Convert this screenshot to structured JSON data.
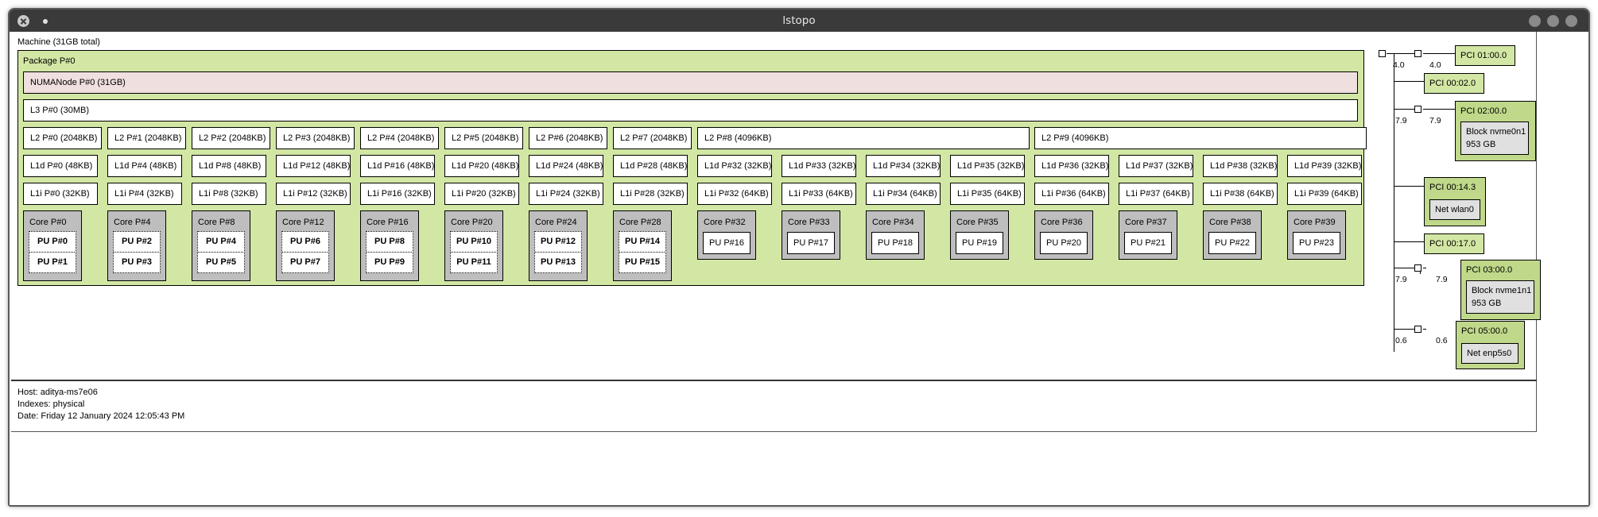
{
  "window": {
    "title": "lstopo"
  },
  "machine": {
    "label": "Machine (31GB total)"
  },
  "package": {
    "label": "Package P#0"
  },
  "numa": {
    "label": "NUMANode P#0 (31GB)"
  },
  "l3": {
    "label": "L3 P#0 (30MB)"
  },
  "l2": [
    "L2 P#0 (2048KB)",
    "L2 P#1 (2048KB)",
    "L2 P#2 (2048KB)",
    "L2 P#3 (2048KB)",
    "L2 P#4 (2048KB)",
    "L2 P#5 (2048KB)",
    "L2 P#6 (2048KB)",
    "L2 P#7 (2048KB)",
    "L2 P#8 (4096KB)",
    "L2 P#9 (4096KB)"
  ],
  "l1d": [
    "L1d P#0 (48KB)",
    "L1d P#4 (48KB)",
    "L1d P#8 (48KB)",
    "L1d P#12 (48KB)",
    "L1d P#16 (48KB)",
    "L1d P#20 (48KB)",
    "L1d P#24 (48KB)",
    "L1d P#28 (48KB)",
    "L1d P#32 (32KB)",
    "L1d P#33 (32KB)",
    "L1d P#34 (32KB)",
    "L1d P#35 (32KB)",
    "L1d P#36 (32KB)",
    "L1d P#37 (32KB)",
    "L1d P#38 (32KB)",
    "L1d P#39 (32KB)"
  ],
  "l1i": [
    "L1i P#0 (32KB)",
    "L1i P#4 (32KB)",
    "L1i P#8 (32KB)",
    "L1i P#12 (32KB)",
    "L1i P#16 (32KB)",
    "L1i P#20 (32KB)",
    "L1i P#24 (32KB)",
    "L1i P#28 (32KB)",
    "L1i P#32 (64KB)",
    "L1i P#33 (64KB)",
    "L1i P#34 (64KB)",
    "L1i P#35 (64KB)",
    "L1i P#36 (64KB)",
    "L1i P#37 (64KB)",
    "L1i P#38 (64KB)",
    "L1i P#39 (64KB)"
  ],
  "cores": [
    {
      "label": "Core P#0",
      "pus": [
        "PU P#0",
        "PU P#1"
      ]
    },
    {
      "label": "Core P#4",
      "pus": [
        "PU P#2",
        "PU P#3"
      ]
    },
    {
      "label": "Core P#8",
      "pus": [
        "PU P#4",
        "PU P#5"
      ]
    },
    {
      "label": "Core P#12",
      "pus": [
        "PU P#6",
        "PU P#7"
      ]
    },
    {
      "label": "Core P#16",
      "pus": [
        "PU P#8",
        "PU P#9"
      ]
    },
    {
      "label": "Core P#20",
      "pus": [
        "PU P#10",
        "PU P#11"
      ]
    },
    {
      "label": "Core P#24",
      "pus": [
        "PU P#12",
        "PU P#13"
      ]
    },
    {
      "label": "Core P#28",
      "pus": [
        "PU P#14",
        "PU P#15"
      ]
    },
    {
      "label": "Core P#32",
      "pus": [
        "PU P#16"
      ]
    },
    {
      "label": "Core P#33",
      "pus": [
        "PU P#17"
      ]
    },
    {
      "label": "Core P#34",
      "pus": [
        "PU P#18"
      ]
    },
    {
      "label": "Core P#35",
      "pus": [
        "PU P#19"
      ]
    },
    {
      "label": "Core P#36",
      "pus": [
        "PU P#20"
      ]
    },
    {
      "label": "Core P#37",
      "pus": [
        "PU P#21"
      ]
    },
    {
      "label": "Core P#38",
      "pus": [
        "PU P#22"
      ]
    },
    {
      "label": "Core P#39",
      "pus": [
        "PU P#23"
      ]
    }
  ],
  "pci": {
    "bandwidths": {
      "root_left": "4.0",
      "root_right": "4.0",
      "p02_left": "7.9",
      "p02_right": "7.9",
      "p03_left": "7.9",
      "p03_right": "7.9",
      "p05_left": "0.6",
      "p05_right": "0.6"
    },
    "devices": {
      "p0100": "PCI 01:00.0",
      "p0002": "PCI 00:02.0",
      "p0200": "PCI 02:00.0",
      "block0": "Block nvme0n1",
      "block0_size": "953 GB",
      "p0143": "PCI 00:14.3",
      "net_wlan": "Net wlan0",
      "p0017": "PCI 00:17.0",
      "p0300": "PCI 03:00.0",
      "block1": "Block nvme1n1",
      "block1_size": "953 GB",
      "p0500": "PCI 05:00.0",
      "net_enp": "Net enp5s0"
    }
  },
  "legend": {
    "host": "Host: aditya-ms7e06",
    "indexes": "Indexes: physical",
    "date": "Date: Friday 12 January 2024 12:05:43 PM"
  },
  "colors": {
    "package_green": "#d2e7a4",
    "numa_pink": "#efdfde",
    "core_gray": "#bebebe",
    "titlebar": "#3a3a3a"
  }
}
